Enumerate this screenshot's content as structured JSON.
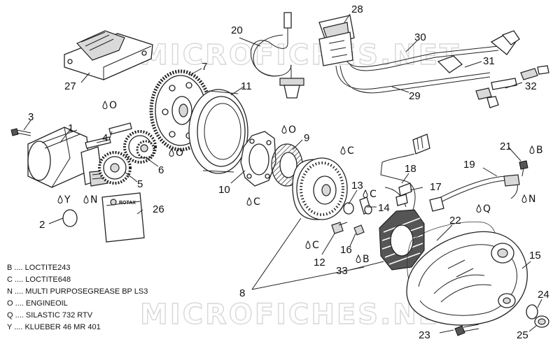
{
  "watermarks": [
    "MICROFICHES.NET",
    "MICROFICHES.NET"
  ],
  "labels": {
    "l1": "1",
    "l2": "2",
    "l3": "3",
    "l4": "4",
    "l5": "5",
    "l6": "6",
    "l7": "7",
    "l8": "8",
    "l9": "9",
    "l10": "10",
    "l11": "11",
    "l12": "12",
    "l13": "13",
    "l14": "14",
    "l15": "15",
    "l16": "16",
    "l17": "17",
    "l18": "18",
    "l19": "19",
    "l20": "20",
    "l21": "21",
    "l22": "22",
    "l23": "23",
    "l24": "24",
    "l25": "25",
    "l26": "26",
    "l27": "27",
    "l28": "28",
    "l29": "29",
    "l30": "30",
    "l31": "31",
    "l32": "32",
    "l33": "33"
  },
  "markers": {
    "m_o_1": "O",
    "m_o_2": "O",
    "m_o_3": "O",
    "m_y": "Y",
    "m_n_1": "N",
    "m_c_1": "C",
    "m_c_2": "C",
    "m_c_3": "C",
    "m_c_4": "C",
    "m_b_1": "B",
    "m_b_2": "B",
    "m_q": "Q",
    "m_n_2": "N"
  },
  "brand_label": "ROTAX",
  "legend": [
    "B .... LOCTITE243",
    "C .... LOCTITE648",
    "N .... MULTI PURPOSEGREASE BP LS3",
    "O .... ENGINEOIL",
    "Q .... SILASTIC 732 RTV",
    "Y .... KLUEBER 46 MR 401"
  ]
}
